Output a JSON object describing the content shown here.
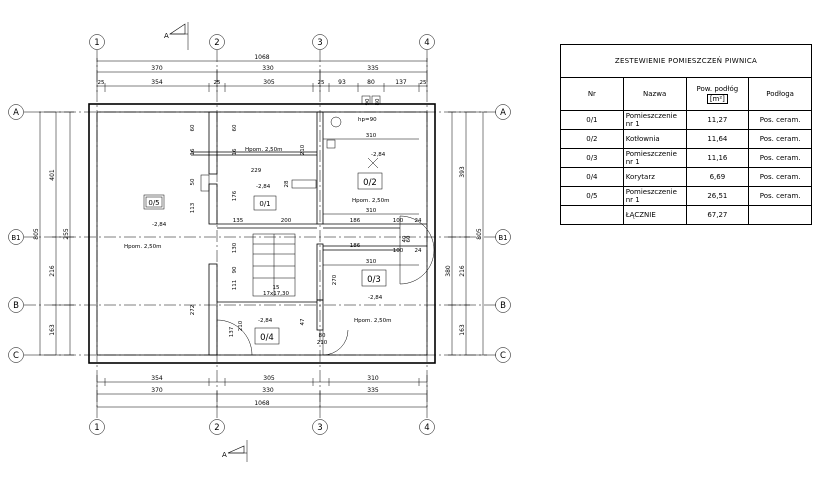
{
  "plan": {
    "axes": {
      "columns": [
        "1",
        "2",
        "3",
        "4"
      ],
      "rows": [
        "A",
        "B1",
        "B",
        "C"
      ]
    },
    "section_markers": [
      "A",
      "A"
    ],
    "dimensions": {
      "top_total": "1068",
      "top_mid": [
        "370",
        "330",
        "335"
      ],
      "top_detail": [
        "25",
        "354",
        "25",
        "305",
        "25",
        "93",
        "80",
        "137",
        "25"
      ],
      "bottom_detail": [
        "354",
        "305",
        "310"
      ],
      "bottom_mid": [
        "370",
        "330",
        "335"
      ],
      "bottom_total": "1068",
      "left_outer": "805",
      "left_inner": [
        "401",
        "255",
        "216",
        "163"
      ],
      "right_outer": "805",
      "right_inner": [
        "393",
        "216",
        "380",
        "163"
      ]
    },
    "rooms": [
      {
        "tag": "0/5",
        "level": "-2,84",
        "height": "Hpom. 2,50m"
      },
      {
        "tag": "0/1",
        "level": "-2,84",
        "height": "Hpom. 2,50m"
      },
      {
        "tag": "0/2",
        "level": "-2,84",
        "height": "Hpom. 2,50m"
      },
      {
        "tag": "0/3",
        "level": "-2,84",
        "height": "Hpom. 2,50m"
      },
      {
        "tag": "0/4",
        "level": "-2,84",
        "height": ""
      }
    ],
    "labels": {
      "window_top": "90",
      "window_top_2": "80",
      "window_sill": "hp=90",
      "stairs": "17x17,30",
      "stairs_count": "15",
      "interior_dims": [
        "310",
        "310",
        "186",
        "100",
        "24",
        "186",
        "100",
        "24",
        "310",
        "229",
        "200",
        "135",
        "270",
        "210",
        "130",
        "111",
        "60",
        "60",
        "16",
        "16",
        "50",
        "176",
        "113",
        "28",
        "90",
        "272",
        "137",
        "210",
        "40",
        "60",
        "80",
        "210",
        "47"
      ]
    }
  },
  "table": {
    "title": "ZESTEWIENIE POMIESZCZEŃ PIWNICA",
    "headers": {
      "nr": "Nr",
      "name": "Nazwa",
      "area": "Pow. podłóg",
      "unit": "[m²]",
      "floor": "Podłoga"
    },
    "rows": [
      {
        "nr": "0/1",
        "name": "Pomieszczenie nr 1",
        "area": "11,27",
        "floor": "Pos. ceram."
      },
      {
        "nr": "0/2",
        "name": "Kotłownia",
        "area": "11,64",
        "floor": "Pos. ceram."
      },
      {
        "nr": "0/3",
        "name": "Pomieszczenie nr 1",
        "area": "11,16",
        "floor": "Pos. ceram."
      },
      {
        "nr": "0/4",
        "name": "Korytarz",
        "area": "6,69",
        "floor": "Pos. ceram."
      },
      {
        "nr": "0/5",
        "name": "Pomieszczenie nr 1",
        "area": "26,51",
        "floor": "Pos. ceram."
      }
    ],
    "total": {
      "label": "ŁĄCZNIE",
      "area": "67,27"
    }
  }
}
